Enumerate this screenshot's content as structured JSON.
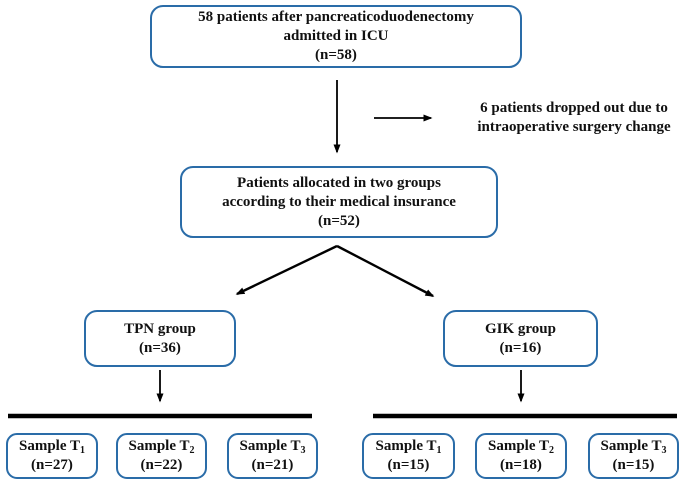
{
  "colors": {
    "box_border": "#2a6ca8",
    "arrow": "#000000",
    "text": "#111111"
  },
  "top_box": {
    "line1": "58 patients after pancreaticoduodenectomy",
    "line2": "admitted in ICU",
    "line3": "(n=58)"
  },
  "dropout_note": {
    "line1": "6 patients dropped out due to",
    "line2": "intraoperative surgery change"
  },
  "allocation_box": {
    "line1": "Patients allocated in two groups",
    "line2": "according to their medical insurance",
    "line3": "(n=52)"
  },
  "tpn_box": {
    "title": "TPN group",
    "n": "(n=36)"
  },
  "gik_box": {
    "title": "GIK group",
    "n": "(n=16)"
  },
  "samples": {
    "left": [
      {
        "label": "Sample T",
        "sub": "1",
        "n": "(n=27)"
      },
      {
        "label": "Sample T",
        "sub": "2",
        "n": "(n=22)"
      },
      {
        "label": "Sample T",
        "sub": "3",
        "n": "(n=21)"
      }
    ],
    "right": [
      {
        "label": "Sample T",
        "sub": "1",
        "n": "(n=15)"
      },
      {
        "label": "Sample T",
        "sub": "2",
        "n": "(n=18)"
      },
      {
        "label": "Sample T",
        "sub": "3",
        "n": "(n=15)"
      }
    ]
  }
}
